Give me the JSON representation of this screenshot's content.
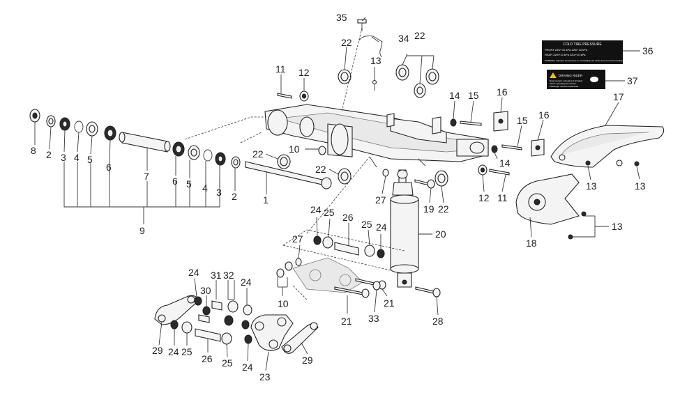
{
  "callouts": [
    {
      "id": "c35",
      "label": "35"
    },
    {
      "id": "c34",
      "label": "34"
    },
    {
      "id": "c22a",
      "label": "22"
    },
    {
      "id": "c22b",
      "label": "22"
    },
    {
      "id": "c13a",
      "label": "13"
    },
    {
      "id": "c11a",
      "label": "11"
    },
    {
      "id": "c12a",
      "label": "12"
    },
    {
      "id": "c14a",
      "label": "14"
    },
    {
      "id": "c15a",
      "label": "15"
    },
    {
      "id": "c16a",
      "label": "16"
    },
    {
      "id": "c17",
      "label": "17"
    },
    {
      "id": "c36",
      "label": "36"
    },
    {
      "id": "c37",
      "label": "37"
    },
    {
      "id": "c8",
      "label": "8"
    },
    {
      "id": "c2a",
      "label": "2"
    },
    {
      "id": "c3a",
      "label": "3"
    },
    {
      "id": "c4a",
      "label": "4"
    },
    {
      "id": "c5a",
      "label": "5"
    },
    {
      "id": "c6a",
      "label": "6"
    },
    {
      "id": "c7",
      "label": "7"
    },
    {
      "id": "c6b",
      "label": "6"
    },
    {
      "id": "c5b",
      "label": "5"
    },
    {
      "id": "c4b",
      "label": "4"
    },
    {
      "id": "c3b",
      "label": "3"
    },
    {
      "id": "c2b",
      "label": "2"
    },
    {
      "id": "c1",
      "label": "1"
    },
    {
      "id": "c9",
      "label": "9"
    },
    {
      "id": "c22c",
      "label": "22"
    },
    {
      "id": "c10a",
      "label": "10"
    },
    {
      "id": "c22d",
      "label": "22"
    },
    {
      "id": "c16b",
      "label": "16"
    },
    {
      "id": "c15b",
      "label": "15"
    },
    {
      "id": "c14b",
      "label": "14"
    },
    {
      "id": "c12b",
      "label": "12"
    },
    {
      "id": "c11b",
      "label": "11"
    },
    {
      "id": "c13b",
      "label": "13"
    },
    {
      "id": "c13c",
      "label": "13"
    },
    {
      "id": "c13d",
      "label": "13"
    },
    {
      "id": "c18",
      "label": "18"
    },
    {
      "id": "c27a",
      "label": "27"
    },
    {
      "id": "c19",
      "label": "19"
    },
    {
      "id": "c22e",
      "label": "22"
    },
    {
      "id": "c20",
      "label": "20"
    },
    {
      "id": "c24a",
      "label": "24"
    },
    {
      "id": "c25a",
      "label": "25"
    },
    {
      "id": "c26a",
      "label": "26"
    },
    {
      "id": "c25b",
      "label": "25"
    },
    {
      "id": "c24b",
      "label": "24"
    },
    {
      "id": "c27b",
      "label": "27"
    },
    {
      "id": "c10b",
      "label": "10"
    },
    {
      "id": "c21a",
      "label": "21"
    },
    {
      "id": "c21b",
      "label": "21"
    },
    {
      "id": "c33",
      "label": "33"
    },
    {
      "id": "c28",
      "label": "28"
    },
    {
      "id": "c24c",
      "label": "24"
    },
    {
      "id": "c31",
      "label": "31"
    },
    {
      "id": "c32",
      "label": "32"
    },
    {
      "id": "c30",
      "label": "30"
    },
    {
      "id": "c24d",
      "label": "24"
    },
    {
      "id": "c29a",
      "label": "29"
    },
    {
      "id": "c24e",
      "label": "24"
    },
    {
      "id": "c25c",
      "label": "25"
    },
    {
      "id": "c26b",
      "label": "26"
    },
    {
      "id": "c25d",
      "label": "25"
    },
    {
      "id": "c24f",
      "label": "24"
    },
    {
      "id": "c23",
      "label": "23"
    },
    {
      "id": "c29b",
      "label": "29"
    }
  ],
  "tire_label": {
    "title": "COLD TIRE PRESSURE",
    "row1": "FRONT   220/+10 kPa    220/+10 kPa",
    "row2": "REAR    220/+10 kPa    220/+10 kPa",
    "warning": "WARNING: Improper tire pressure or overloading can cause loss of control resulting in SEVERE INJURY or DEATH."
  },
  "warning_label": {
    "title": "DRIVING RIDER",
    "line1": "Read owner's manual and all labels",
    "line2": "before operating this vehicle.",
    "line3": "Passenger must be supervised."
  }
}
